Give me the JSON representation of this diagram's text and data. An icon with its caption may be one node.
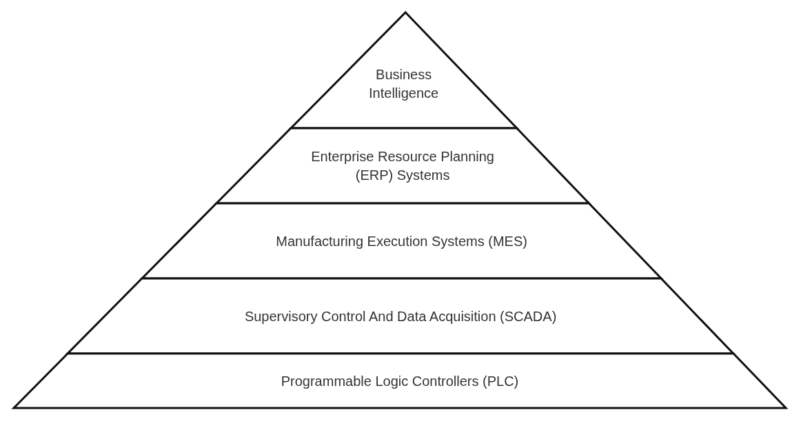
{
  "diagram": {
    "nodes": [
      {
        "text": [
          "Business Intelligence"
        ]
      },
      {
        "text": [
          "Enterprise Resource Planning (ERP) Systems"
        ]
      },
      {
        "text": [
          "Manufacturing Execution Systems (MES)"
        ]
      },
      {
        "text": [
          "Supervisory Control And Data Acquisition (SCADA)"
        ]
      },
      {
        "text": [
          "Programmable Logic Controllers (PLC)"
        ]
      }
    ]
  }
}
